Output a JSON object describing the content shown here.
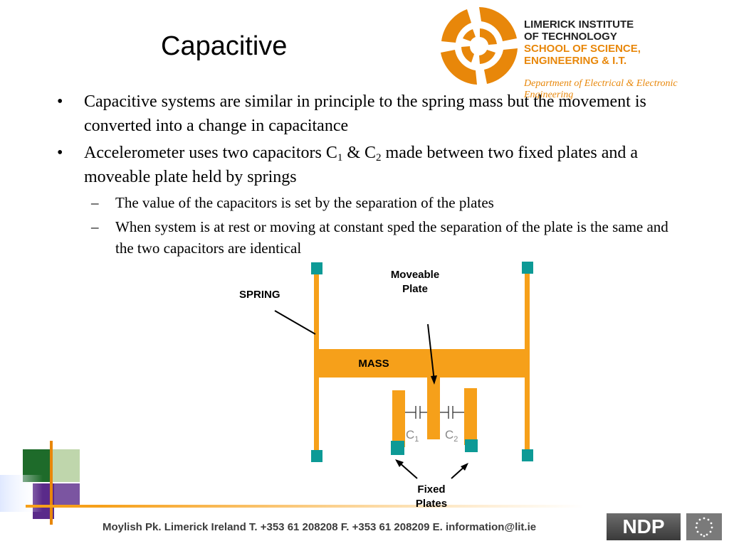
{
  "slide": {
    "title": "Capacitive",
    "bullets": [
      {
        "text_before": "Capacitive systems are similar in principle to the spring mass but the movement is converted into a change in capacitance"
      },
      {
        "text_before": "Accelerometer uses two capacitors C",
        "sub1": "1",
        "text_mid": " & C",
        "sub2": "2",
        "text_after": " made between two fixed plates and a moveable plate held by springs"
      }
    ],
    "sub_bullets": [
      "The value of the capacitors is set by the separation of the plates",
      "When system is at rest or moving at constant sped the separation of the plate is the same and the two capacitors are identical"
    ],
    "bullet_marker": "•",
    "sub_marker": "–"
  },
  "branding": {
    "institute_line1": "LIMERICK INSTITUTE",
    "institute_line2": "OF TECHNOLOGY",
    "school_line1": "SCHOOL OF SCIENCE,",
    "school_line2": "ENGINEERING & I.T.",
    "department": "Department of Electrical & Electronic Engineering",
    "ndp_logo": "NDP"
  },
  "diagram": {
    "spring_label": "SPRING",
    "moveable_line1": "Moveable",
    "moveable_line2": "Plate",
    "mass_label": "MASS",
    "c1": "C",
    "c1_sub": "1",
    "c2": "C",
    "c2_sub": "2",
    "fixed_line1": "Fixed",
    "fixed_line2": "Plates"
  },
  "footer": {
    "contact": "Moylish Pk. Limerick Ireland T. +353 61 208208 F. +353 61 208209 E. information@lit.ie"
  },
  "colors": {
    "orange": "#f6a01a",
    "teal": "#0d9a96",
    "brand_orange": "#e8870a"
  }
}
